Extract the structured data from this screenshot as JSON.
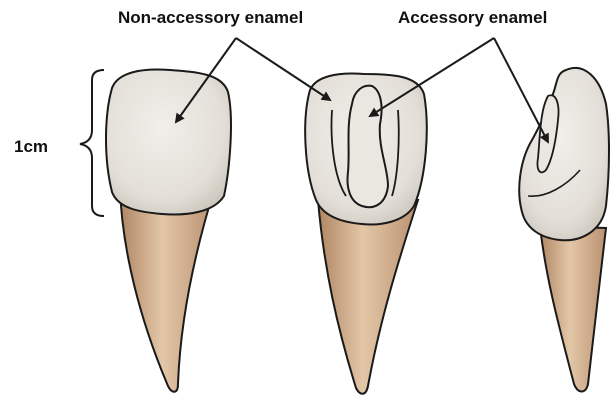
{
  "labels": {
    "non_accessory": "Non-accessory enamel",
    "accessory": "Accessory enamel",
    "scale": "1cm"
  },
  "colors": {
    "enamel": "#e7e4de",
    "enamel_shadow": "#cfcac1",
    "root": "#d9b896",
    "root_shadow": "#b48a62",
    "outline": "#1a1a1a"
  }
}
